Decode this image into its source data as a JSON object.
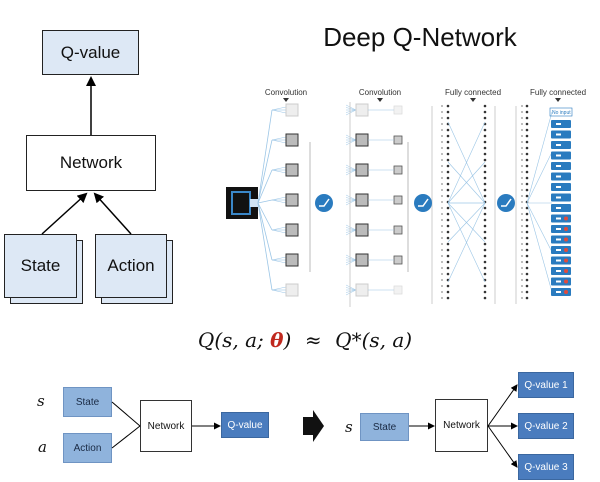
{
  "title": "Deep Q-Network",
  "left_diagram": {
    "qvalue": "Q-value",
    "network": "Network",
    "state": "State",
    "action": "Action"
  },
  "dqn_figure": {
    "layer_labels": [
      "Convolution",
      "Convolution",
      "Fully connected",
      "Fully connected"
    ],
    "no_input_label": "No input"
  },
  "formula": {
    "lhs_q": "Q",
    "lhs_args_pre": "(s, a; ",
    "theta": "θ",
    "lhs_close": ")",
    "approx": "≈",
    "rhs": "Q*(s, a)"
  },
  "colors": {
    "theta": "#c0281e",
    "box_light": "#dde8f5",
    "box_mid": "#8fb3dc",
    "box_dark": "#4a7cbe",
    "circle": "#2a7bbf"
  },
  "bottom_left": {
    "s_label": "s",
    "a_label": "a",
    "state": "State",
    "action": "Action",
    "network": "Network",
    "qvalue": "Q-value"
  },
  "bottom_right": {
    "s_label": "s",
    "state": "State",
    "network": "Network",
    "outputs": [
      "Q-value 1",
      "Q-value 2",
      "Q-value 3"
    ]
  }
}
